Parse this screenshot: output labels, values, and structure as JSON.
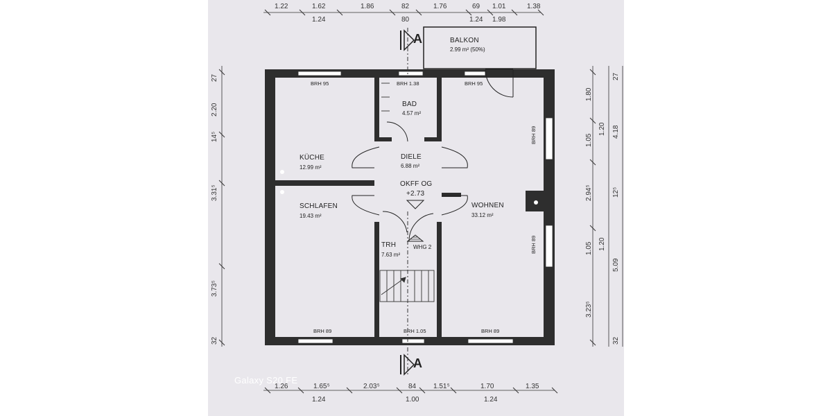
{
  "rooms": {
    "balkon": {
      "name": "BALKON",
      "area": "2.99 m² (50%)"
    },
    "bad": {
      "name": "BAD",
      "area": "4.57 m²"
    },
    "kueche": {
      "name": "KÜCHE",
      "area": "12.99 m²"
    },
    "diele": {
      "name": "DIELE",
      "area": "6.88 m²"
    },
    "schlafen": {
      "name": "SCHLAFEN",
      "area": "19.43 m²"
    },
    "wohnen": {
      "name": "WOHNEN",
      "area": "33.12 m²"
    },
    "trh": {
      "name": "TRH",
      "area": "7.63 m²"
    }
  },
  "level": {
    "name": "OKFF OG",
    "height": "+2.73"
  },
  "unit": "WHG 2",
  "section_marker": "A",
  "brh": {
    "kueche_top": "BRH 95",
    "bad_top": "BRH 1.38",
    "wohnen_top": "BRH 95",
    "wohnen_right_upper": "BRH 89",
    "wohnen_right_lower": "BRH 89",
    "schlafen_bottom": "BRH 89",
    "trh_bottom": "BRH 1.05",
    "wohnen_bottom": "BRH 89"
  },
  "dims_top": {
    "row1": [
      "1.22",
      "1.62",
      "1.86",
      "82",
      "1.76",
      "69",
      "1.01",
      "1.38"
    ],
    "row2": [
      "1.24",
      "80",
      "1.24",
      "1.98"
    ]
  },
  "dims_bottom": {
    "row1": [
      "1.26",
      "1.65⁵",
      "2.03⁵",
      "84",
      "1.51⁵",
      "1.70",
      "1.35"
    ],
    "row2": [
      "1.24",
      "1.00",
      "1.24"
    ]
  },
  "dims_left": [
    "27",
    "2.20",
    "14⁵",
    "3.31⁵",
    "3.73⁵",
    "32"
  ],
  "dims_right_inner": [
    "1.80",
    "1.05",
    "2.94⁵",
    "1.05",
    "3.23⁵"
  ],
  "dims_right_mid": [
    "1.20",
    "1.20"
  ],
  "dims_right_outer": [
    "27",
    "4.18",
    "12⁵",
    "5.09",
    "32"
  ],
  "watermark": "Galaxy S20 FE"
}
